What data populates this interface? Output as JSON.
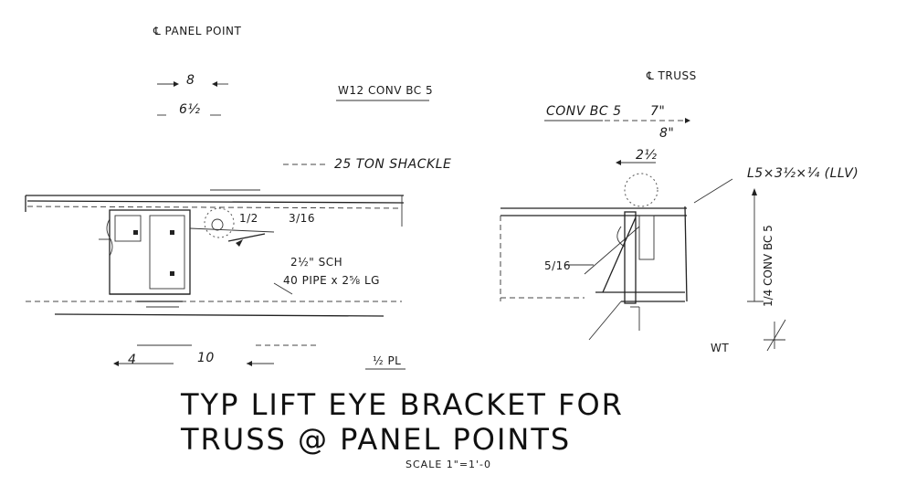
{
  "left_view": {
    "panel_point_label": "℄ PANEL POINT",
    "dim_8": "8",
    "dim_6_half": "6½",
    "beam_label": "W12 CONV BC 5",
    "shackle_label": "25 TON SHACKLE",
    "dim_1_2": "1/2",
    "dim_3_16": "3/16",
    "pipe_label_1": "2½\" SCH",
    "pipe_label_2": "40 PIPE x 2⅝ LG",
    "dim_4": "4",
    "dim_10": "10",
    "dim_half_pl": "½ PL"
  },
  "right_view": {
    "truss_label": "℄ TRUSS",
    "conv_label": "CONV BC 5",
    "dim_7": "7\"",
    "dim_8": "8\"",
    "dim_2_half": "2½",
    "angle_label": "L5×3½×¼ (LLV)",
    "dim_5_16": "5/16",
    "vertical_label": "1/4 CONV BC 5",
    "wt_label": "WT"
  },
  "title": {
    "line1": "TYP LIFT EYE BRACKET FOR",
    "line2": "TRUSS @ PANEL POINTS",
    "scale": "SCALE 1\"=1'-0"
  }
}
